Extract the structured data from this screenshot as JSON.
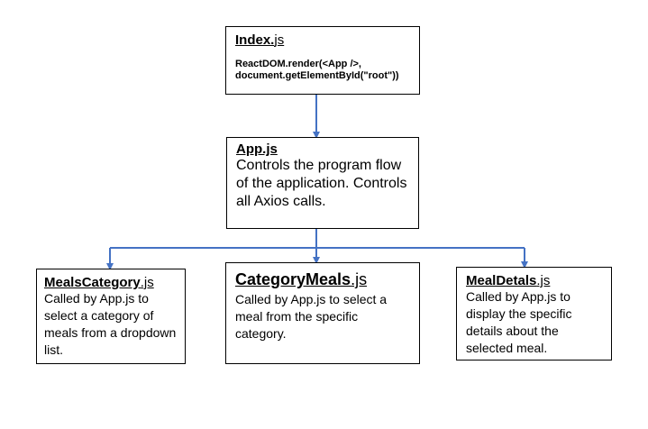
{
  "nodes": {
    "index": {
      "title_bold": "Index.",
      "title_rest": "js",
      "code_line1": "ReactDOM.render(<App />,",
      "code_line2": "document.getElementById(\"root\"))"
    },
    "app": {
      "title_bold": "App.js",
      "title_rest": "",
      "description": "Controls the program flow of the application. Controls all Axios calls."
    },
    "meals_category": {
      "title_bold": "MealsCategory",
      "title_rest": ".js",
      "description": "Called by App.js to select a category of meals from a dropdown list."
    },
    "category_meals": {
      "title_bold": "CategoryMeals",
      "title_rest": ".js",
      "description": "Called by App.js to select a meal from the specific category."
    },
    "meal_details": {
      "title_bold": "MealDetals",
      "title_rest": ".js",
      "description": "Called by App.js to display the specific details about the selected meal."
    }
  },
  "edges": [
    {
      "from": "index",
      "to": "app"
    },
    {
      "from": "app",
      "to": "meals_category"
    },
    {
      "from": "app",
      "to": "category_meals"
    },
    {
      "from": "app",
      "to": "meal_details"
    }
  ],
  "colors": {
    "connector": "#4472C4",
    "border": "#000000"
  }
}
